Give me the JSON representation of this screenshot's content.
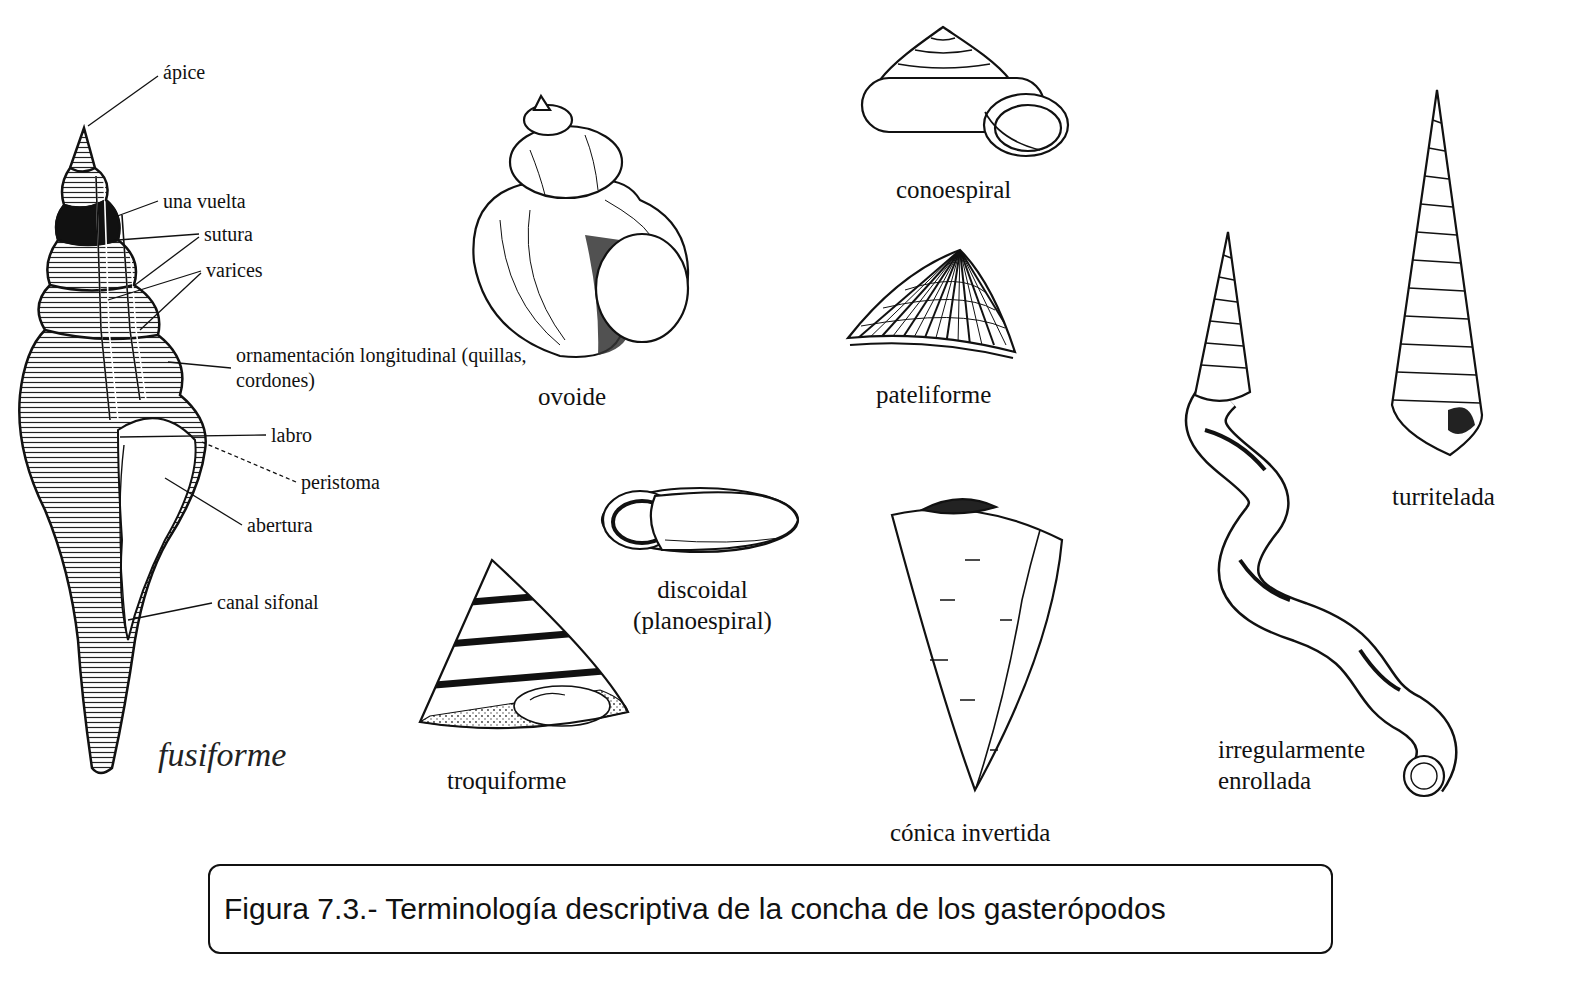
{
  "diagram": {
    "caption": "Figura 7.3.- Terminología descriptiva de la concha de los gasterópodos",
    "labels": [
      "ápice",
      "una vuelta",
      "sutura",
      "varices",
      "ornamentación longitudinal (quillas, cordones)",
      "labro",
      "peristoma",
      "abertura",
      "canal sifonal",
      "fusiforme",
      "ovoide",
      "conoespiral",
      "pateliforme",
      "discoidal (planoespiral)",
      "troquiforme",
      "cónica invertida",
      "turritelada",
      "irregularmente enrollada"
    ]
  }
}
